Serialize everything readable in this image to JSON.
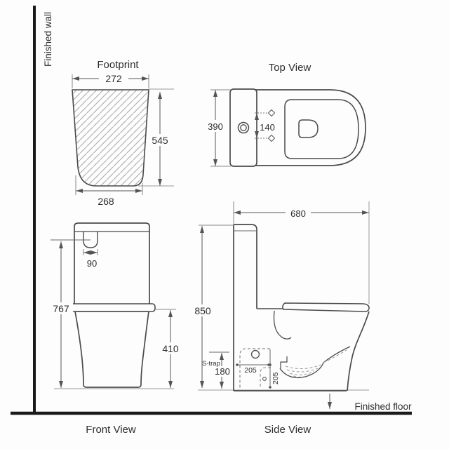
{
  "labels": {
    "finished_wall": "Finished wall",
    "finished_floor": "Finished floor"
  },
  "views": {
    "footprint": {
      "title": "Footprint",
      "dims": {
        "width_top": "272",
        "width_bottom": "268",
        "depth": "545"
      }
    },
    "top_view": {
      "title": "Top View",
      "dims": {
        "overall_width": "390",
        "fixing_centres": "140"
      }
    },
    "front_view": {
      "title": "Front View",
      "dims": {
        "height_to_lid": "767",
        "pan_height": "410",
        "button_width": "90"
      }
    },
    "side_view": {
      "title": "Side View",
      "trap_label": "S-trap",
      "dims": {
        "overall_depth": "680",
        "overall_height": "850",
        "trap_height": "180",
        "setout_horizontal": "205",
        "setout_vertical": "205"
      }
    }
  },
  "colors": {
    "outline": "#4a4a4a",
    "dimension": "#555555",
    "structure": "#1a1a1a",
    "hatch": "#b3b3b3",
    "background": "#fdfdfd"
  }
}
